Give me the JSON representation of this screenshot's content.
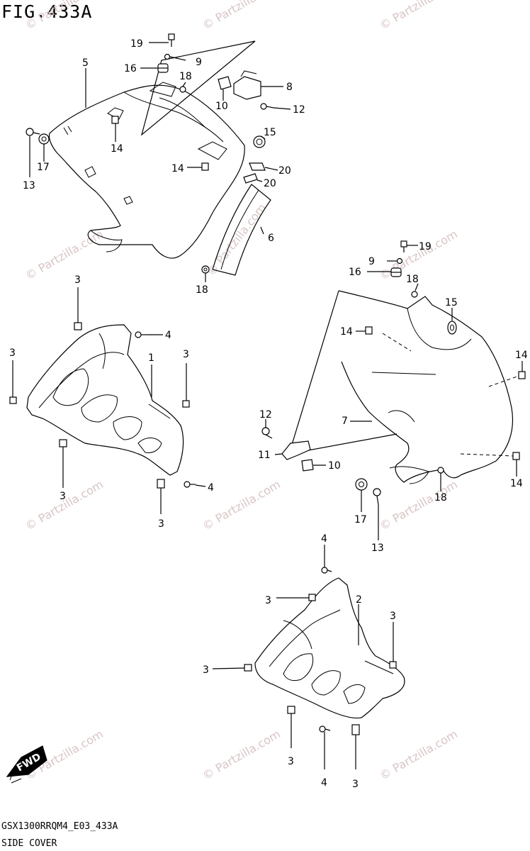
{
  "figure": {
    "title": "FIG.433A"
  },
  "footer": {
    "model_code": "GSX1300RRQM4_E03_433A",
    "section_name": "SIDE COVER"
  },
  "watermark": {
    "text": "© Partzilla.com"
  },
  "fwd_arrow": {
    "label": "FWD"
  },
  "callouts": {
    "c_19_top": "19",
    "c_9_top": "9",
    "c_16_top": "16",
    "c_18_top_a": "18",
    "c_8": "8",
    "c_5": "5",
    "c_10_top": "10",
    "c_12_top": "12",
    "c_15_top": "15",
    "c_13_top": "13",
    "c_17_top": "17",
    "c_14_top_a": "14",
    "c_14_top_b": "14",
    "c_20_a": "20",
    "c_20_b": "20",
    "c_6": "6",
    "c_18_top_b": "18",
    "c_3_a": "3",
    "c_4_a": "4",
    "c_3_b": "3",
    "c_1": "1",
    "c_3_c": "3",
    "c_3_d": "3",
    "c_4_b": "4",
    "c_3_e": "3",
    "c_19_r": "19",
    "c_9_r": "9",
    "c_16_r": "16",
    "c_18_r_a": "18",
    "c_15_r": "15",
    "c_14_r_a": "14",
    "c_14_r_b": "14",
    "c_12_r": "12",
    "c_7": "7",
    "c_11": "11",
    "c_10_r": "10",
    "c_14_r_c": "14",
    "c_18_r_b": "18",
    "c_17_r": "17",
    "c_13_r": "13",
    "c_4_c": "4",
    "c_3_f": "3",
    "c_2": "2",
    "c_3_g": "3",
    "c_3_h": "3",
    "c_3_i": "3",
    "c_4_d": "4",
    "c_3_j": "3"
  }
}
